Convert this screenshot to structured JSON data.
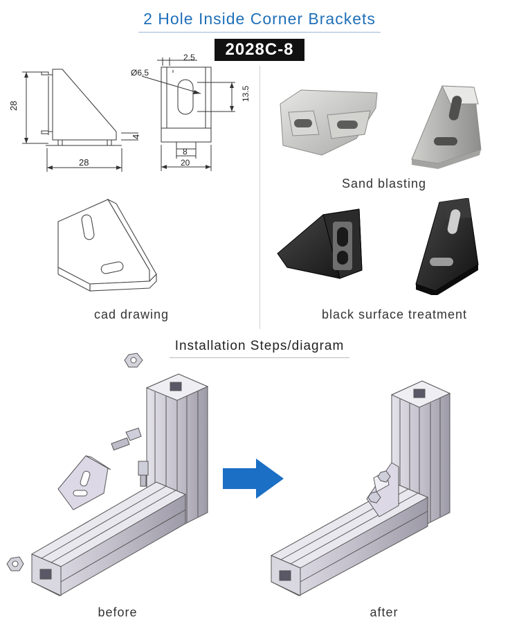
{
  "header": {
    "title": "2 Hole Inside Corner Brackets",
    "model": "2028C-8"
  },
  "dimensions": {
    "hole_diameter": "Ø6.5",
    "side_height": "28",
    "base_width": "28",
    "top_offset": "2.5",
    "hole_height": "13.5",
    "thickness": "4",
    "slot_width": "8",
    "body_width": "20"
  },
  "captions": {
    "cad": "cad drawing",
    "sand": "Sand blasting",
    "black": "black surface treatment"
  },
  "installation": {
    "heading": "Installation Steps/diagram",
    "before": "before",
    "after": "after"
  },
  "colors": {
    "title_blue": "#1f6fb8",
    "arrow_blue": "#1b6fc4",
    "badge_black": "#111111"
  }
}
